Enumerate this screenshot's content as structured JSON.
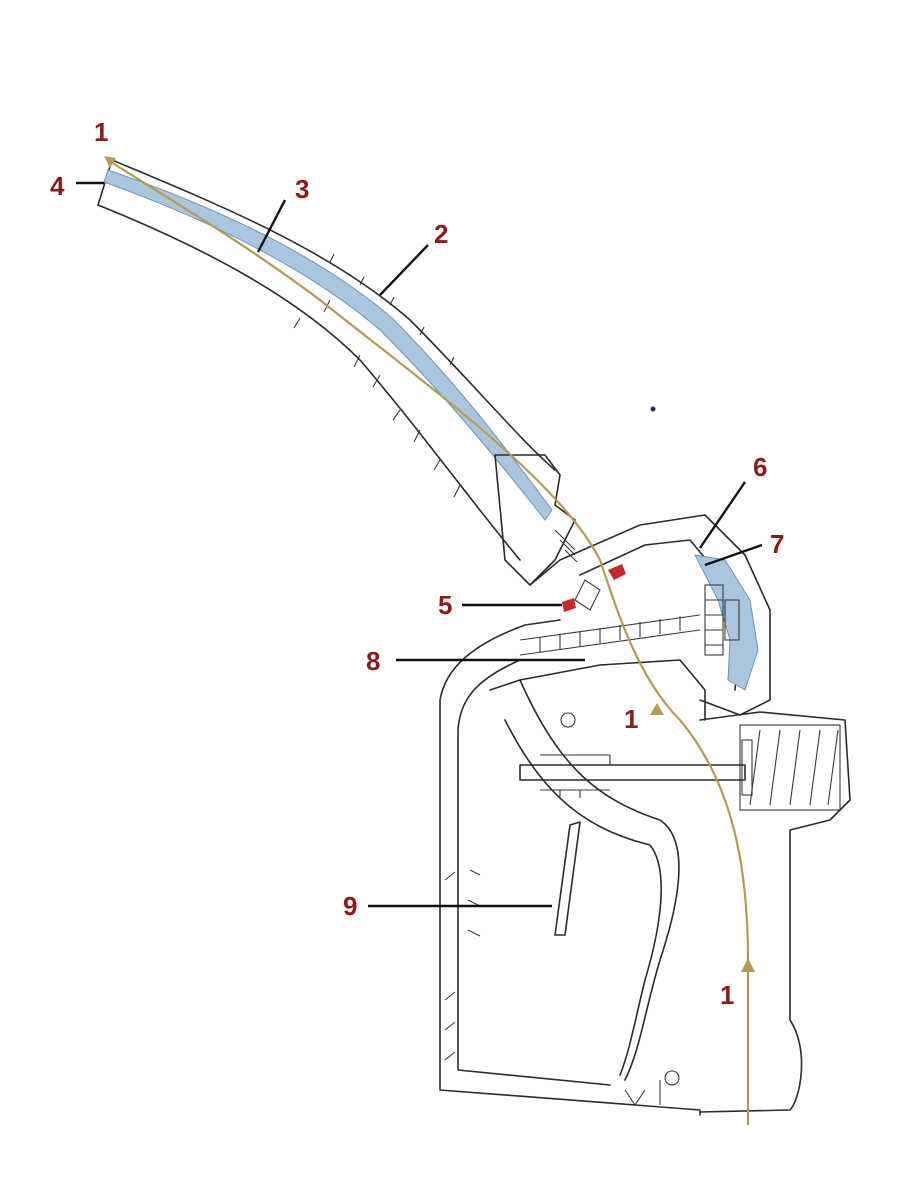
{
  "diagram": {
    "callouts": [
      {
        "id": "c1_top",
        "text": "1"
      },
      {
        "id": "c4",
        "text": "4"
      },
      {
        "id": "c3",
        "text": "3"
      },
      {
        "id": "c2",
        "text": "2"
      },
      {
        "id": "c6",
        "text": "6"
      },
      {
        "id": "c7",
        "text": "7"
      },
      {
        "id": "c5",
        "text": "5"
      },
      {
        "id": "c8",
        "text": "8"
      },
      {
        "id": "c1_mid",
        "text": "1"
      },
      {
        "id": "c9",
        "text": "9"
      },
      {
        "id": "c1_bottom",
        "text": "1"
      }
    ],
    "colors": {
      "label": "#8b1a1a",
      "outline": "#2b2b2b",
      "fuel_channel": "#a9c6de",
      "flow_path": "#b39a55",
      "valve_marker": "#c62828"
    }
  }
}
